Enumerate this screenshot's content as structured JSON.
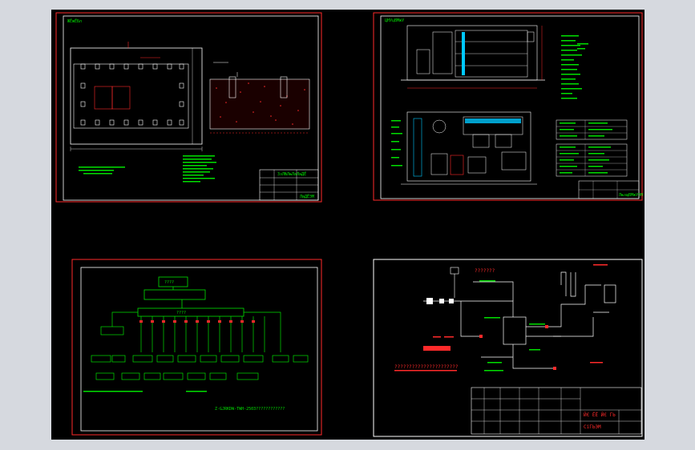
{
  "colors": {
    "background": "#000000",
    "frame": "#ff2a2a",
    "linework": "#ffffff",
    "annotation": "#00e000",
    "accent": "#00c8ff",
    "chrome": "#d6d9df"
  },
  "sheets": [
    {
      "id": "foundation-plan",
      "texts": {
        "tag": "ЖЁжЁБл",
        "title_block_1": "ЗзЛЊЛњЛљЛљДЁ",
        "title_block_2": "ЛљДЁЭМ"
      }
    },
    {
      "id": "unit-layout",
      "texts": {
        "tag": "ЦНУцВМжУ",
        "title_block": "ЛњзщВМжУЭМ"
      }
    },
    {
      "id": "electrical-system",
      "texts": {
        "top_box": "????",
        "bus_label": "????",
        "caption": "Z-GJRKDW-TWH-2503????????????"
      }
    },
    {
      "id": "process-flow",
      "texts": {
        "header": "???????",
        "red_note": "??????????????????????",
        "title_line_1": "ЙЄ ЁЁ ЙЄ ГЬ",
        "title_line_2": "СїГЬЭМ"
      }
    }
  ]
}
